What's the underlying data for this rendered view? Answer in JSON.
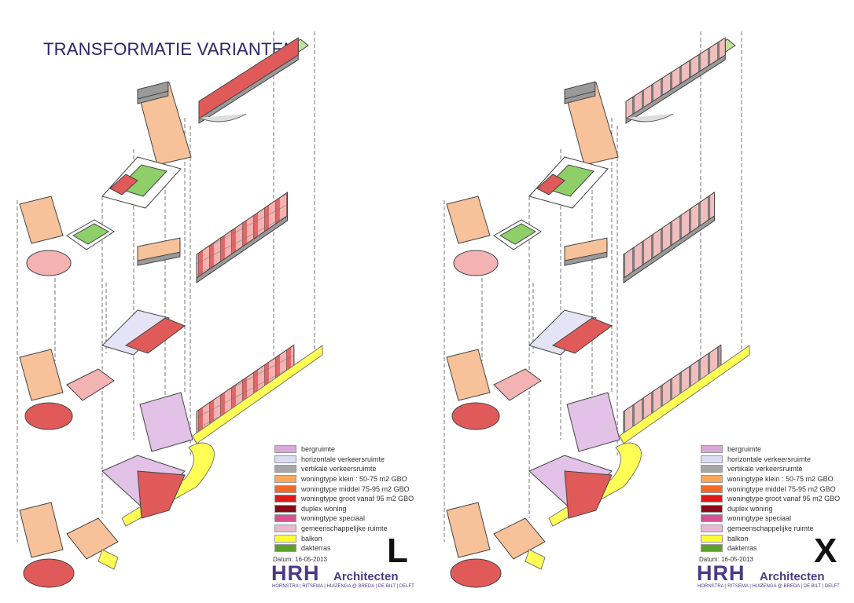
{
  "title": "TRANSFORMATIE VARIANTEN",
  "legend": [
    {
      "label": "bergruimte",
      "color": "#d9a8d9"
    },
    {
      "label": "horizontale verkeersruimte",
      "color": "#dcdcf2"
    },
    {
      "label": "vertikale verkeersruimte",
      "color": "#a6a6a6"
    },
    {
      "label": "woningtype klein : 50-75 m2 GBO",
      "color": "#f7a85a"
    },
    {
      "label": "woningtype middel 75-95 m2 GBO",
      "color": "#f26a2a"
    },
    {
      "label": "woningtype groot vanaf 95 m2 GBO",
      "color": "#e01818"
    },
    {
      "label": "duplex woning",
      "color": "#8b0a1a"
    },
    {
      "label": "woningtype speciaal",
      "color": "#d94f94"
    },
    {
      "label": "gemeenschappelijke ruimte",
      "color": "#e8b8d0"
    },
    {
      "label": "balkon",
      "color": "#ffff33"
    },
    {
      "label": "dakterras",
      "color": "#5aa02a"
    }
  ],
  "panels": [
    {
      "variant": "L",
      "datum": "Datum:  16-05-2013"
    },
    {
      "variant": "X",
      "datum": "Datum:  16-05-2013"
    }
  ],
  "logo": {
    "hrh": "HRH",
    "architecten": "Architecten",
    "tagline": "HORNSTRA | RITSEMA | HUIZENGA @ BREDA | DE BILT | DELFT"
  },
  "colors": {
    "wall": "#8a8a8a",
    "room_pink": "#f3b3b3",
    "room_red": "#e05a5a",
    "room_salmon": "#f7c29a",
    "corridor": "#e4e4f6",
    "storage": "#e2c2e6",
    "terrace": "#8fcf6a",
    "balcony": "#ffff55"
  }
}
